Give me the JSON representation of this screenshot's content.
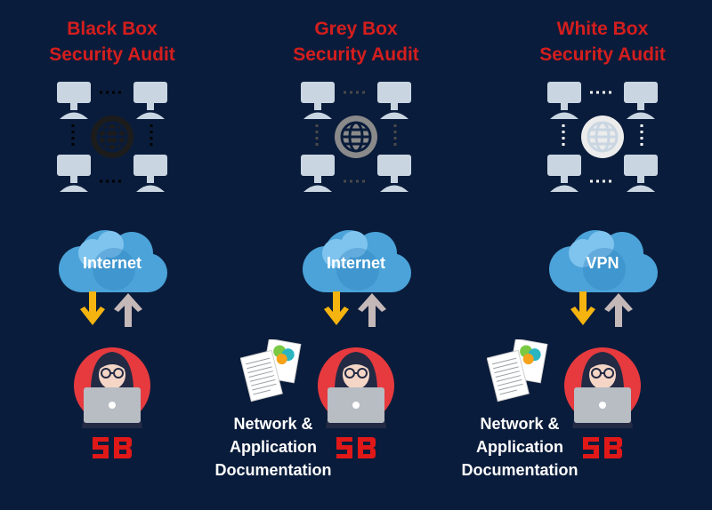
{
  "colors": {
    "background": "#0a1c3b",
    "title": "#d41e1e",
    "computer": "#c9d6e2",
    "globe_black": "#1c1c1c",
    "globe_grey": "#8a8a8a",
    "globe_white": "#ececec",
    "cloud": "#4ba3d9",
    "arrow_down": "#f5b40f",
    "arrow_up": "#c4b8b8",
    "hacker_circle": "#e63a3f",
    "logo": "#e01818"
  },
  "columns": [
    {
      "title_line1": "Black Box",
      "title_line2": "Security Audit",
      "globe_icon": "globe-black-icon",
      "cloud_label": "Internet",
      "documentation": null
    },
    {
      "title_line1": "Grey Box",
      "title_line2": "Security Audit",
      "globe_icon": "globe-grey-icon",
      "cloud_label": "Internet",
      "documentation": {
        "line1": "Network &",
        "line2": "Application",
        "line3": "Documentation"
      }
    },
    {
      "title_line1": "White Box",
      "title_line2": "Security Audit",
      "globe_icon": "globe-white-icon",
      "cloud_label": "VPN",
      "documentation": {
        "line1": "Network &",
        "line2": "Application",
        "line3": "Documentation"
      }
    }
  ],
  "logo_text": "SB"
}
